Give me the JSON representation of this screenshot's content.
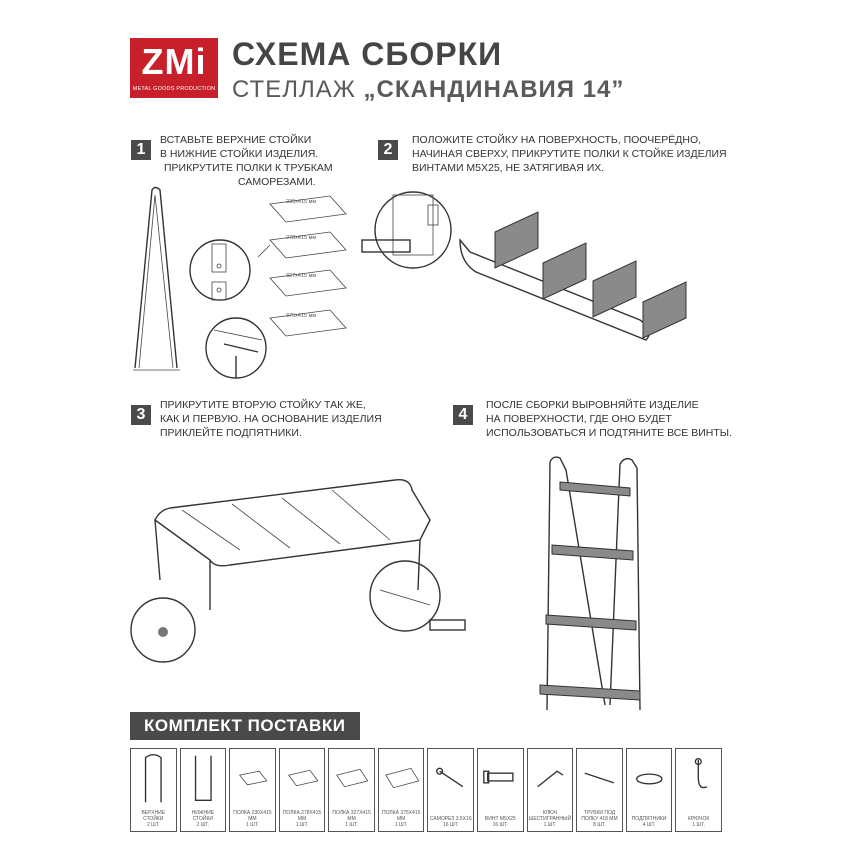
{
  "logo": {
    "text": "ZMi",
    "tagline": "METAL GOODS PRODUCTION"
  },
  "header": {
    "title": "СХЕМА СБОРКИ",
    "subtitle_prefix": "СТЕЛЛАЖ ",
    "subtitle_name": "„СКАНДИНАВИЯ 14”"
  },
  "steps": [
    {
      "number": "1",
      "lines": [
        "ВСТАВЬТЕ ВЕРХНИЕ СТОЙКИ",
        "В НИЖНИЕ СТОЙКИ ИЗДЕЛИЯ.",
        "ПРИКРУТИТЕ ПОЛКИ К ТРУБКАМ",
        "САМОРЕЗАМИ."
      ]
    },
    {
      "number": "2",
      "lines": [
        "ПОЛОЖИТЕ СТОЙКУ НА ПОВЕРХНОСТЬ, ПООЧЕРЁДНО,",
        "НАЧИНАЯ СВЕРХУ, ПРИКРУТИТЕ ПОЛКИ К СТОЙКЕ ИЗДЕЛИЯ",
        "ВИНТАМИ М5х25, НЕ ЗАТЯГИВАЯ ИХ."
      ]
    },
    {
      "number": "3",
      "lines": [
        "ПРИКРУТИТЕ ВТОРУЮ СТОЙКУ ТАК ЖЕ,",
        "КАК И ПЕРВУЮ. НА ОСНОВАНИЕ ИЗДЕЛИЯ",
        "ПРИКЛЕЙТЕ ПОДПЯТНИКИ."
      ]
    },
    {
      "number": "4",
      "lines": [
        "ПОСЛЕ СБОРКИ ВЫРОВНЯЙТЕ ИЗДЕЛИЕ",
        "НА ПОВЕРХНОСТИ, ГДЕ ОНО БУДЕТ",
        "ИСПОЛЬЗОВАТЬСЯ И ПОДТЯНИТЕ ВСЕ ВИНТЫ."
      ]
    }
  ],
  "shelf_labels": [
    "230х415 мм",
    "278х415 мм",
    "327х415 мм",
    "375х415 мм"
  ],
  "kit": {
    "title": "КОМПЛЕКТ ПОСТАВКИ",
    "items": [
      {
        "icon": "upper-post-icon",
        "name": "ВЕРХНИЕ СТОЙКИ",
        "qty": "2 шт."
      },
      {
        "icon": "lower-post-icon",
        "name": "НИЖНИЕ СТОЙКИ",
        "qty": "2 шт."
      },
      {
        "icon": "shelf-icon",
        "name": "ПОЛКА 230х415 мм",
        "qty": "1 шт."
      },
      {
        "icon": "shelf-icon",
        "name": "ПОЛКА 278х415 мм",
        "qty": "1 шт."
      },
      {
        "icon": "shelf-icon",
        "name": "ПОЛКА 327х415 мм",
        "qty": "1 шт."
      },
      {
        "icon": "shelf-icon",
        "name": "ПОЛКА 375х415 мм",
        "qty": "1 шт."
      },
      {
        "icon": "self-tapping-screw-icon",
        "name": "САМОРЕЗ 3.5х16",
        "qty": "16 шт."
      },
      {
        "icon": "screw-m5-icon",
        "name": "ВИНТ М5х25",
        "qty": "16 шт."
      },
      {
        "icon": "hex-key-icon",
        "name": "КЛЮЧ ШЕСТИГРАННЫЙ",
        "qty": "1 шт."
      },
      {
        "icon": "tube-icon",
        "name": "ТРУБКИ ПОД ПОЛКУ 418 мм",
        "qty": "8 шт."
      },
      {
        "icon": "foot-pad-icon",
        "name": "ПОДПЯТНИКИ",
        "qty": "4 шт."
      },
      {
        "icon": "hook-icon",
        "name": "КРЮЧОК",
        "qty": "1 шт."
      }
    ]
  },
  "colors": {
    "brand": "#c8202a",
    "dark": "#4a4a4a",
    "shelf": "#8a8a8a"
  }
}
